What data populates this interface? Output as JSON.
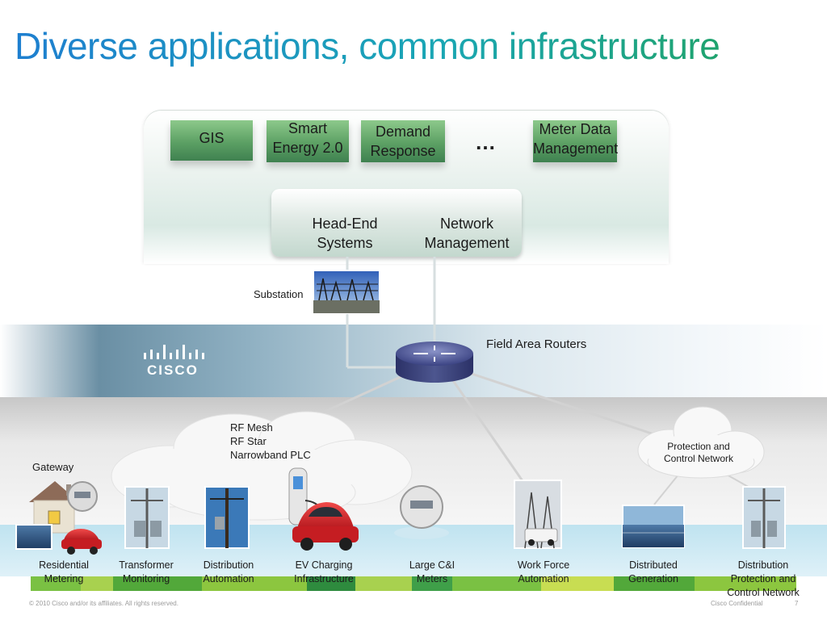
{
  "slide": {
    "title": "Diverse applications, common infrastructure",
    "page_number": "7"
  },
  "applications": {
    "gis": "GIS",
    "smart_energy_line1": "Smart",
    "smart_energy_line2": "Energy 2.0",
    "demand_response_line1": "Demand",
    "demand_response_line2": "Response",
    "ellipsis": "…",
    "meter_data_line1": "Meter Data",
    "meter_data_line2": "Management"
  },
  "headend": {
    "headend_line1": "Head-End",
    "headend_line2": "Systems",
    "network_line1": "Network",
    "network_line2": "Management"
  },
  "labels": {
    "substation": "Substation",
    "field_area_routers": "Field Area Routers",
    "gateway": "Gateway",
    "rf_mesh": "RF Mesh",
    "rf_star": "RF Star",
    "narrowband_plc": "Narrowband PLC",
    "protection_line1": "Protection and",
    "protection_line2": "Control Network",
    "cisco_logo": "CISCO"
  },
  "devices": [
    {
      "line1": "Residential",
      "line2": "Metering"
    },
    {
      "line1": "Transformer",
      "line2": "Monitoring"
    },
    {
      "line1": "Distribution",
      "line2": "Automation"
    },
    {
      "line1": "EV Charging",
      "line2": "Infrastructure"
    },
    {
      "line1": "Large C&I",
      "line2": "Meters"
    },
    {
      "line1": "Work Force",
      "line2": "Automation"
    },
    {
      "line1": "Distributed",
      "line2": "Generation"
    },
    {
      "line1": "Distribution",
      "line2": "Protection and",
      "line3": "Control Network"
    }
  ],
  "footer": {
    "copyright": "© 2010 Cisco and/or its affiliates. All rights reserved.",
    "confidential": "Cisco Confidential"
  },
  "colors": {
    "title_start": "#1e7fd0",
    "title_end": "#1fa36e",
    "app_box_green": "#5ca064",
    "band_blue": "#6a8fa4",
    "strip_greens": [
      "#7ac143",
      "#52a83a",
      "#2e8b3e",
      "#a8d14f"
    ]
  }
}
